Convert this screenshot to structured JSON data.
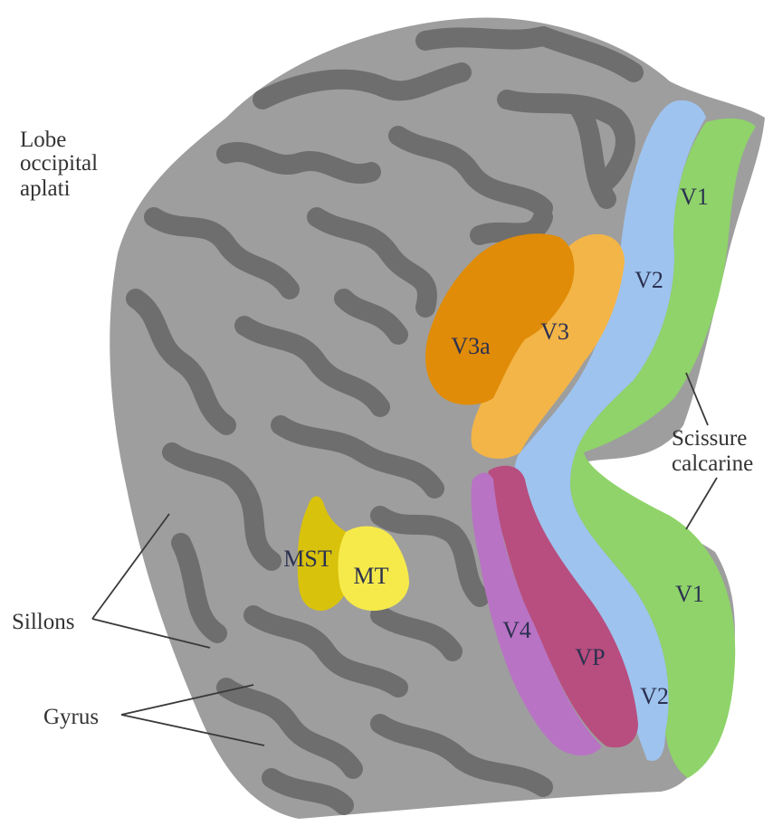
{
  "colors": {
    "background": "#ffffff",
    "brain_gyrus": "#9e9e9e",
    "brain_sulcus": "#6e6e6e",
    "V1": "#8fd36a",
    "V2": "#9ec3ee",
    "V3": "#f3b548",
    "V3a": "#e08c08",
    "VP": "#b84e7f",
    "V4": "#b873c4",
    "MST": "#d9c20c",
    "MT": "#f6ea4b",
    "text": "#333333",
    "area_text": "#2b3150"
  },
  "annotations": {
    "lobe_line1": "Lobe",
    "lobe_line2": "occipital",
    "lobe_line3": "aplati",
    "scissure_line1": "Scissure",
    "scissure_line2": "calcarine",
    "sillons": "Sillons",
    "gyrus": "Gyrus"
  },
  "areas": {
    "v1_top": "V1",
    "v1_bottom": "V1",
    "v2_top": "V2",
    "v2_bottom": "V2",
    "v3": "V3",
    "v3a": "V3a",
    "vp": "VP",
    "v4": "V4",
    "mst": "MST",
    "mt": "MT"
  }
}
